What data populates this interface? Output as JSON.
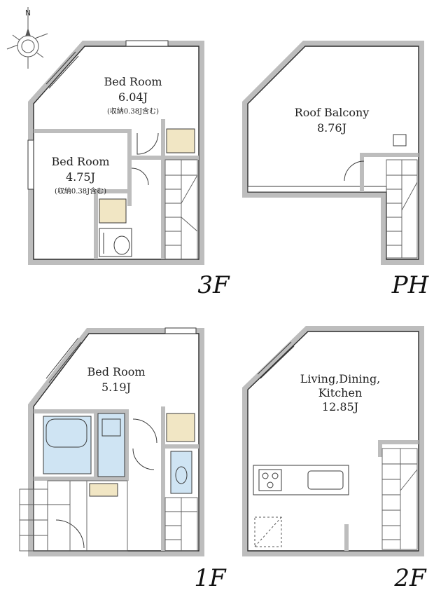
{
  "compass": {
    "north_label": "N"
  },
  "floors": {
    "f3": {
      "label": "3F",
      "room1": {
        "name": "Bed Room",
        "area": "6.04J",
        "note": "(収納0.38J含む)"
      },
      "room2": {
        "name": "Bed Room",
        "area": "4.75J",
        "note": "(収納0.38J含む)"
      }
    },
    "ph": {
      "label": "PH",
      "room1": {
        "name": "Roof Balcony",
        "area": "8.76J"
      }
    },
    "f1": {
      "label": "1F",
      "room1": {
        "name": "Bed Room",
        "area": "5.19J"
      }
    },
    "f2": {
      "label": "2F",
      "room1": {
        "name": "Living,Dining,",
        "name2": "Kitchen",
        "area": "12.85J"
      }
    }
  },
  "colors": {
    "wall": "#bdbdbd",
    "closet": "#f1e6c4",
    "wet_area": "#cfe4f3"
  }
}
